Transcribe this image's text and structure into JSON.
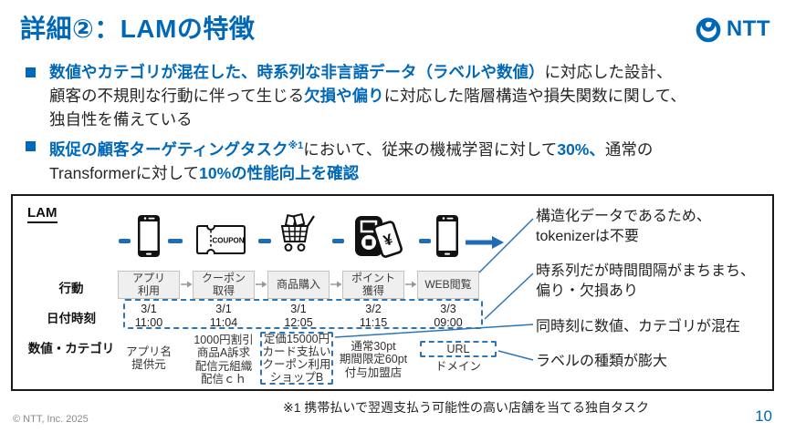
{
  "header": {
    "title": "詳細②：LAMの特徴",
    "logo_text": "NTT"
  },
  "bullets": {
    "b1": {
      "s1": "数値やカテゴリが混在した、時系列な非言語データ（ラベルや数値）",
      "s2": "に対応した設計、",
      "s3": "顧客の不規則な行動に伴って生じる",
      "s4": "欠損や偏り",
      "s5": "に対応した階層構造や損失関数に関して、",
      "s6": "独自性を備えている"
    },
    "b2": {
      "s1": "販促の顧客ターゲティングタスク",
      "sup": "※1",
      "s2": "において、従来の機械学習に対して",
      "s3": "30%、",
      "s4": "通常の",
      "s5": "Transformerに対して",
      "s6": "10%の性能向上を確認"
    }
  },
  "diagram": {
    "label": "LAM",
    "coupon_text": "COUPON",
    "yen_symbol": "¥",
    "flow_icons": [
      "smartphone",
      "coupon-ticket",
      "shopping-cart",
      "contactless-payment",
      "smartphone",
      "arrow-right"
    ],
    "row_labels": {
      "action": "行動",
      "datetime": "日付時刻",
      "attrs": "数値・カテゴリ"
    },
    "steps": [
      {
        "action": "アプリ\n利用",
        "datetime": "3/1\n11:00",
        "attrs": "アプリ名\n提供元"
      },
      {
        "action": "クーポン\n取得",
        "datetime": "3/1\n11:04",
        "attrs": "1000円割引\n商品A訴求\n配信元組織\n配信ｃｈ"
      },
      {
        "action": "商品購入",
        "datetime": "3/1\n12:05",
        "attrs": "定価15000円\nカード支払い\nクーポン利用\nショップB"
      },
      {
        "action": "ポイント\n獲得",
        "datetime": "3/2\n11:15",
        "attrs": "通常30pt\n期間限定60pt\n付与加盟店"
      },
      {
        "action": "WEB閲覧",
        "datetime": "3/3\n09:00",
        "attrs": "URL",
        "attrs_sub": "ドメイン"
      }
    ]
  },
  "callouts": {
    "c1": "構造化データであるため、\ntokenizerは不要",
    "c2": "時系列だが時間間隔がまちまち、\n偏り・欠損あり",
    "c3": "同時刻に数値、カテゴリが混在",
    "c4": "ラベルの種類が膨大"
  },
  "footnote": "※1 携帯払いで翌週支払う可能性の高い店舗を当てる独自タスク",
  "footer": {
    "copyright": "© NTT, Inc.  2025",
    "page": "10"
  },
  "colors": {
    "accent": "#0068B7",
    "line": "#2E75B6",
    "box_fill": "#EFEFEF"
  }
}
